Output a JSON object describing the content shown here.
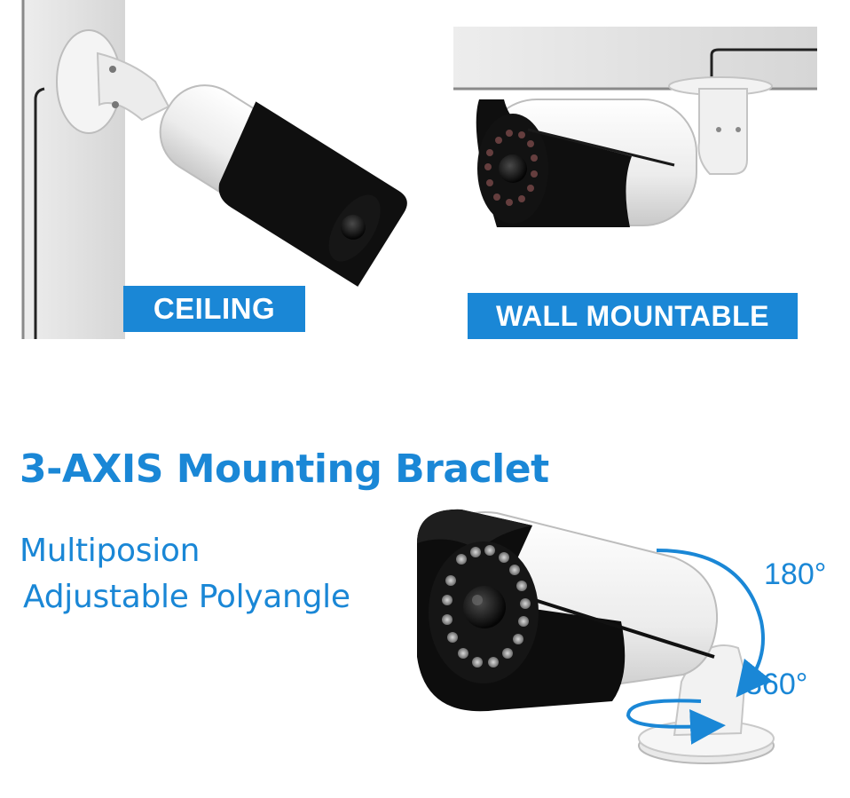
{
  "labels": {
    "ceiling": "CEILING",
    "wall": "WALL MOUNTABLE"
  },
  "headline": "3-AXIS Mounting Braclet",
  "subtitle_lines": [
    "Multiposion",
    "Adjustable Polyangle"
  ],
  "rotation_angles": {
    "tilt": "180°",
    "pan": "360°"
  },
  "colors": {
    "accent": "#1a87d6",
    "camera_body": "#f2f2f2",
    "camera_shade": "#0d0d0d",
    "mount_surface": "#e3e3e3"
  }
}
